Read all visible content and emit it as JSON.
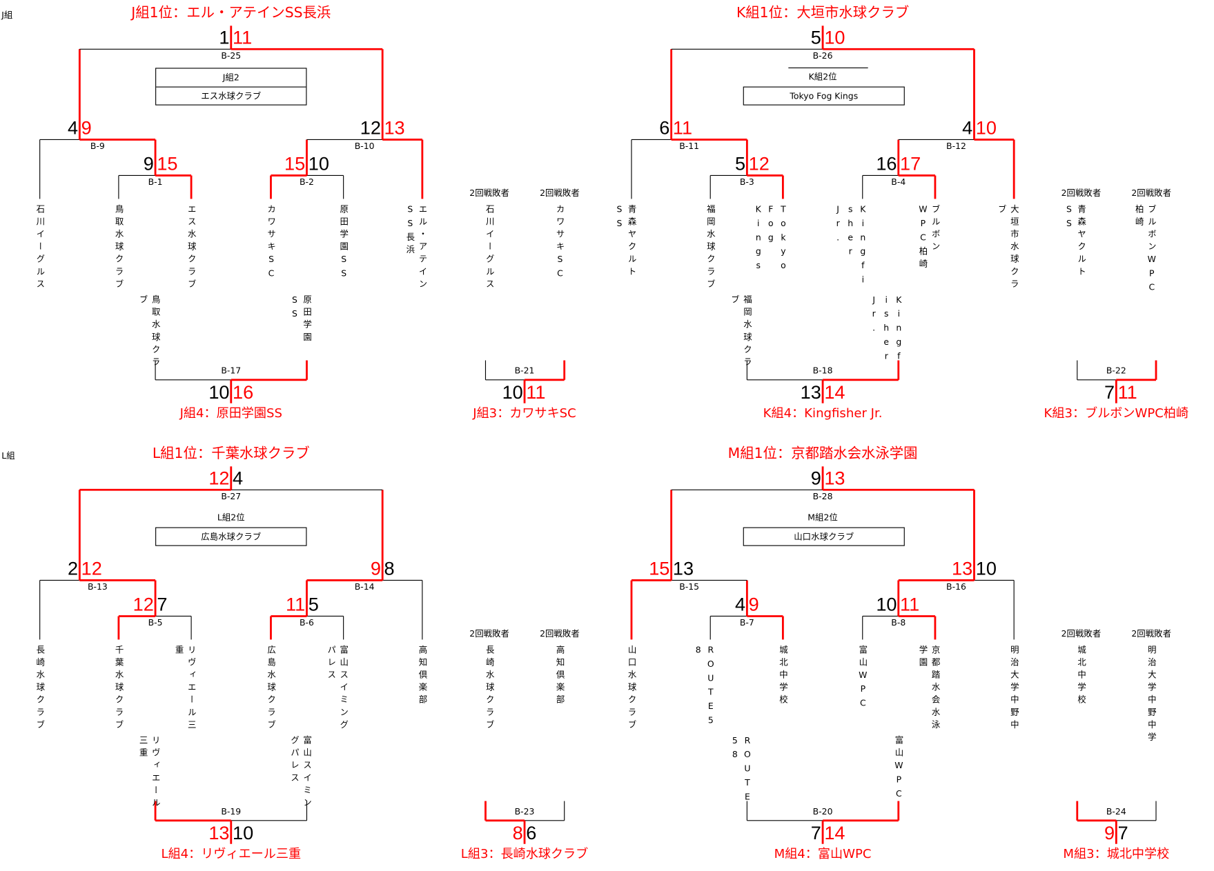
{
  "colors": {
    "winner": "#ff0000",
    "line": "#000000"
  },
  "sections": [
    "J組",
    "L組"
  ],
  "quadrants": [
    {
      "title": "J組1位：エル・アテインSS長浜",
      "leaves": [
        "石川イーグルス",
        "鳥取水球クラブ",
        "エス水球クラブ",
        "カワサキSC",
        "原田学園SS",
        "エル・アテインSS長浜"
      ],
      "matches": [
        {
          "id": "B-1",
          "scores": [
            9,
            15
          ]
        },
        {
          "id": "B-2",
          "scores": [
            15,
            10
          ]
        },
        {
          "id": "B-9",
          "scores": [
            4,
            9
          ]
        },
        {
          "id": "B-10",
          "scores": [
            12,
            13
          ]
        },
        {
          "id": "B-25",
          "scores": [
            1,
            11
          ]
        },
        {
          "id": "B-17",
          "scores": [
            10,
            16
          ]
        },
        {
          "id": "B-21",
          "scores": [
            10,
            11
          ]
        }
      ],
      "second_place": {
        "label": "J組2",
        "team": "エス水球クラブ"
      },
      "first_round_losers": [
        "鳥取水球クラブ",
        "原田学園SS"
      ],
      "second_round_header": "2回戦敗者",
      "second_round_losers": [
        "石川イーグルス",
        "カワサキSC"
      ],
      "results": [
        "J組4：原田学園SS",
        "J組3：カワサキSC"
      ]
    },
    {
      "title": "K組1位：大垣市水球クラブ",
      "leaves": [
        "青森ヤクルトSS",
        "福岡水球クラブ",
        "Tokyo Fog Kings",
        "Kingfisher Jr.",
        "ブルボンWPC柏崎",
        "大垣市水球クラブ"
      ],
      "matches": [
        {
          "id": "B-3",
          "scores": [
            5,
            12
          ]
        },
        {
          "id": "B-4",
          "scores": [
            16,
            17
          ]
        },
        {
          "id": "B-11",
          "scores": [
            6,
            11
          ]
        },
        {
          "id": "B-12",
          "scores": [
            4,
            10
          ]
        },
        {
          "id": "B-26",
          "scores": [
            5,
            10
          ]
        },
        {
          "id": "B-18",
          "scores": [
            13,
            14
          ]
        },
        {
          "id": "B-22",
          "scores": [
            7,
            11
          ]
        }
      ],
      "second_place": {
        "label": "K組2位",
        "team": "Tokyo Fog Kings"
      },
      "first_round_losers": [
        "福岡水球クラブ",
        "Kingfisher Jr."
      ],
      "second_round_header": "2回戦敗者",
      "second_round_losers": [
        "青森ヤクルトSS",
        "ブルボンWPC柏崎"
      ],
      "results": [
        "K組4：Kingfisher Jr.",
        "K組3：ブルボンWPC柏崎"
      ]
    },
    {
      "title": "L組1位：千葉水球クラブ",
      "leaves": [
        "長崎水球クラブ",
        "千葉水球クラブ",
        "リヴィエール三重",
        "広島水球クラブ",
        "富山スイミングパレス",
        "高知倶楽部"
      ],
      "matches": [
        {
          "id": "B-5",
          "scores": [
            12,
            7
          ]
        },
        {
          "id": "B-6",
          "scores": [
            11,
            5
          ]
        },
        {
          "id": "B-13",
          "scores": [
            2,
            12
          ]
        },
        {
          "id": "B-14",
          "scores": [
            9,
            8
          ]
        },
        {
          "id": "B-27",
          "scores": [
            12,
            4
          ]
        },
        {
          "id": "B-19",
          "scores": [
            13,
            10
          ]
        },
        {
          "id": "B-23",
          "scores": [
            8,
            6
          ]
        }
      ],
      "second_place": {
        "label": "L組2位",
        "team": "広島水球クラブ"
      },
      "first_round_losers": [
        "リヴィエール三重",
        "富山スイミングパレス"
      ],
      "second_round_header": "2回戦敗者",
      "second_round_losers": [
        "長崎水球クラブ",
        "高知倶楽部"
      ],
      "results": [
        "L組4：リヴィエール三重",
        "L組3：長崎水球クラブ"
      ]
    },
    {
      "title": "M組1位：京都踏水会水泳学園",
      "leaves": [
        "山口水球クラブ",
        "ROUTE58",
        "城北中学校",
        "富山WPC",
        "京都踏水会水泳学園",
        "明治大学中野中"
      ],
      "matches": [
        {
          "id": "B-7",
          "scores": [
            4,
            9
          ]
        },
        {
          "id": "B-8",
          "scores": [
            10,
            11
          ]
        },
        {
          "id": "B-15",
          "scores": [
            15,
            13
          ]
        },
        {
          "id": "B-16",
          "scores": [
            13,
            10
          ]
        },
        {
          "id": "B-28",
          "scores": [
            9,
            13
          ]
        },
        {
          "id": "B-20",
          "scores": [
            7,
            14
          ]
        },
        {
          "id": "B-24",
          "scores": [
            9,
            7
          ]
        }
      ],
      "second_place": {
        "label": "M組2位",
        "team": "山口水球クラブ"
      },
      "first_round_losers": [
        "ROUTE58",
        "富山WPC"
      ],
      "second_round_header": "2回戦敗者",
      "second_round_losers": [
        "城北中学校",
        "明治大学中野中学"
      ],
      "results": [
        "M組4：富山WPC",
        "M組3：城北中学校"
      ]
    }
  ]
}
